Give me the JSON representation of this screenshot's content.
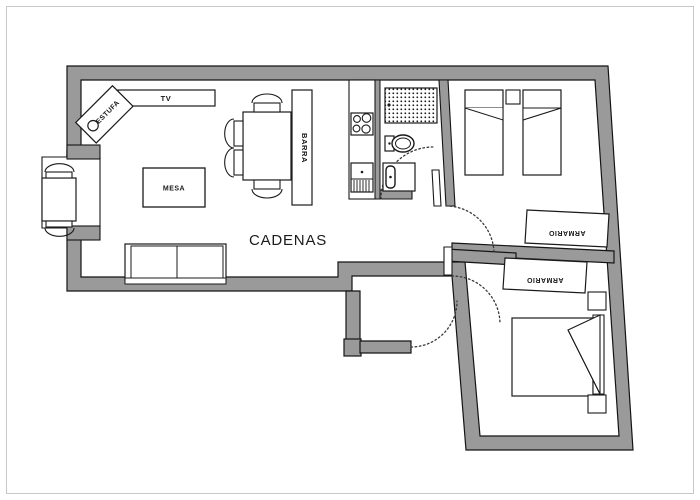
{
  "plan": {
    "title": "CADENAS",
    "room_label_main": "CADENAS",
    "furniture_labels": {
      "tv": "TV",
      "estufa": "ESTUFA",
      "barra": "BARRA",
      "mesa": "MESA",
      "armario_upper": "ARMARIO",
      "armario_lower": "ARMARIO"
    },
    "colors": {
      "wall_fill": "#9a9a9a",
      "wall_stroke": "#141414",
      "furniture_stroke": "#1a1a1a",
      "furniture_fill": "#ffffff",
      "background": "#ffffff",
      "frame_border": "#c8c8c8",
      "door_arc": "#3a3a3a"
    },
    "rooms": [
      {
        "name": "living-dining-kitchen",
        "label": "CADENAS"
      },
      {
        "name": "balcony-left",
        "label": ""
      },
      {
        "name": "kitchen",
        "label": ""
      },
      {
        "name": "bathroom",
        "label": ""
      },
      {
        "name": "bedroom-twin",
        "label": ""
      },
      {
        "name": "bedroom-double",
        "label": ""
      }
    ],
    "fixtures": [
      {
        "name": "stove-cooktop",
        "count": 4
      },
      {
        "name": "kitchen-sink",
        "count": 1
      },
      {
        "name": "toilet",
        "count": 1
      },
      {
        "name": "bathroom-sink",
        "count": 1
      },
      {
        "name": "shower-tray",
        "count": 1
      },
      {
        "name": "single-bed",
        "count": 2
      },
      {
        "name": "double-bed",
        "count": 1
      },
      {
        "name": "nightstand",
        "count": 3
      },
      {
        "name": "sofa",
        "count": 1
      },
      {
        "name": "dining-table",
        "count": 1
      },
      {
        "name": "dining-chair",
        "count": 4
      },
      {
        "name": "balcony-table",
        "count": 1
      },
      {
        "name": "balcony-chair",
        "count": 2
      },
      {
        "name": "wardrobe",
        "count": 2
      },
      {
        "name": "door-swing",
        "count": 4
      }
    ]
  }
}
